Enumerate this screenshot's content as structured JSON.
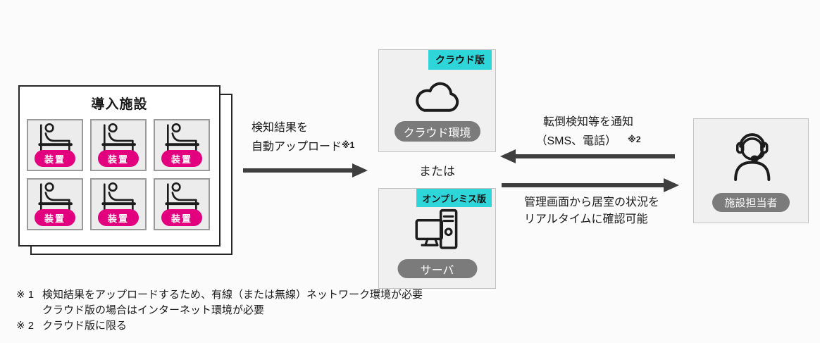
{
  "colors": {
    "magenta_badge": "#e3007f",
    "cyan_tag": "#2ed6da",
    "gray_pill": "#7b7b7b",
    "arrow": "#3e3e3e",
    "box_background": "#f0f0f0"
  },
  "facility": {
    "title": "導入施設",
    "device_label": "装置",
    "icon": "bed-person-icon",
    "cell_count": 6
  },
  "cloud": {
    "tag": "クラウド版",
    "label": "クラウド環境",
    "icon": "cloud-icon"
  },
  "or_text": "または",
  "onprem": {
    "tag": "オンプレミス版",
    "label": "サーバ",
    "icon": "server-icon"
  },
  "staff": {
    "label": "施設担当者",
    "icon": "operator-headset-icon"
  },
  "arrows": {
    "upload": {
      "line1": "検知結果を",
      "line2": "自動アップロード",
      "note": "※1",
      "direction": "right"
    },
    "notify": {
      "line1": "転倒検知等を通知",
      "line2": "（SMS、電話）",
      "note": "※2",
      "direction": "left"
    },
    "monitor": {
      "line1": "管理画面から居室の状況を",
      "line2": "リアルタイムに確認可能",
      "direction": "right"
    }
  },
  "footnotes": [
    {
      "marker": "※ 1",
      "lines": [
        "検知結果をアップロードするため、有線（または無線）ネットワーク環境が必要",
        "クラウド版の場合はインターネット環境が必要"
      ]
    },
    {
      "marker": "※ 2",
      "lines": [
        "クラウド版に限る"
      ]
    }
  ]
}
